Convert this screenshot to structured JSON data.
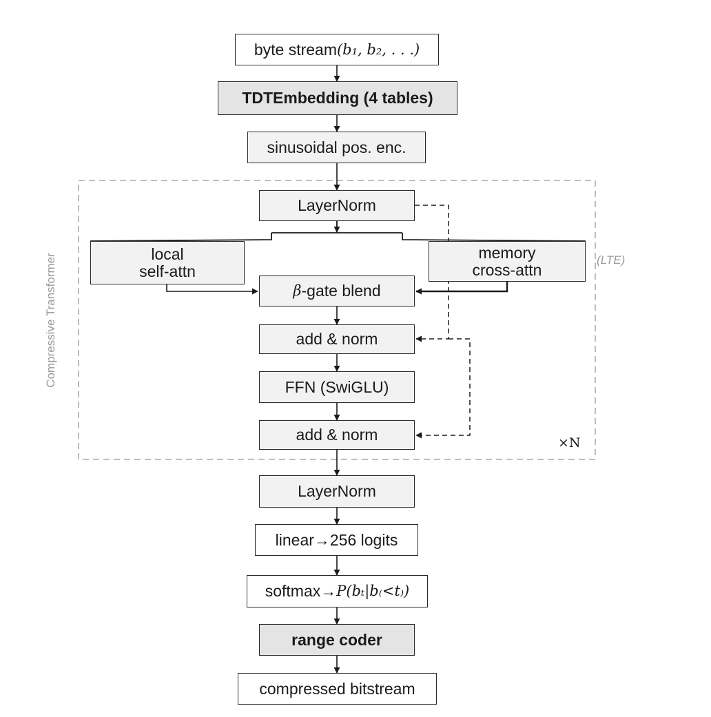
{
  "nodes": {
    "byte_stream": {
      "text": "byte stream ",
      "math": "(b₁, b₂, . . .)"
    },
    "tdt_embedding": {
      "text": "TDTEmbedding (4 tables)"
    },
    "pos_enc": {
      "text": "sinusoidal pos. enc."
    },
    "layernorm_in": {
      "text": "LayerNorm"
    },
    "local_attn": {
      "text": "local\nself-attn"
    },
    "memory_attn": {
      "text": "memory\ncross-attn"
    },
    "gate_blend": {
      "math": "β",
      "text": "-gate blend"
    },
    "add_norm_1": {
      "text": "add & norm"
    },
    "ffn": {
      "text": "FFN (SwiGLU)"
    },
    "add_norm_2": {
      "text": "add & norm"
    },
    "layernorm_out": {
      "text": "LayerNorm"
    },
    "linear": {
      "text": "linear→256 logits"
    },
    "softmax": {
      "text": "softmax→",
      "math": "P(bₜ|b₍<t₎)"
    },
    "range_coder": {
      "text": "range coder"
    },
    "bitstream": {
      "text": "compressed bitstream"
    }
  },
  "labels": {
    "group": "Compressive Transformer",
    "side": "(LTE)",
    "repeat": "×N"
  },
  "colors": {
    "stroke": "#2b2b2b",
    "dashed_group": "#a8a8a8",
    "label_gray": "#9a9a9a"
  }
}
